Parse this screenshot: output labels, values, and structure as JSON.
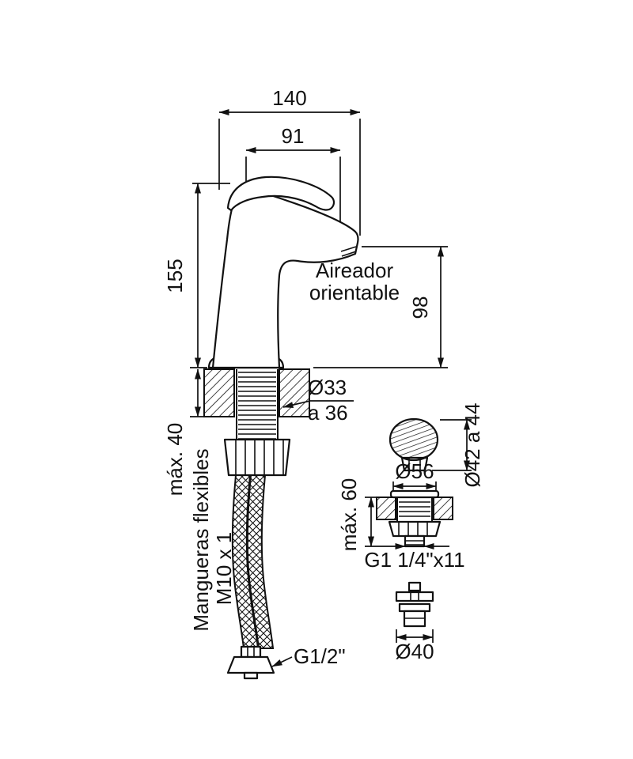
{
  "title": "Technical dimension drawing - single-lever basin mixer with pop-up drain",
  "colors": {
    "line": "#111111",
    "background": "#ffffff"
  },
  "labels": {
    "dim_width_total": "140",
    "dim_spout_reach": "91",
    "dim_height_total": "155",
    "dim_spout_height": "98",
    "aerator_line1": "Aireador",
    "aerator_line2": "orientable",
    "hole_diameter_line1": "Ø33",
    "hole_diameter_line2": "a 36",
    "deck_thickness_faucet": "máx. 40",
    "hoses_line1": "Mangueras flexibles",
    "hoses_line2": "M10 x 1",
    "hose_thread": "G1/2\"",
    "knob_diameter": "Ø42 a 44",
    "flange_diameter": "Ø56",
    "deck_thickness_drain": "máx. 60",
    "drain_thread": "G1 1/4\"x11",
    "plug_diameter": "Ø40"
  }
}
